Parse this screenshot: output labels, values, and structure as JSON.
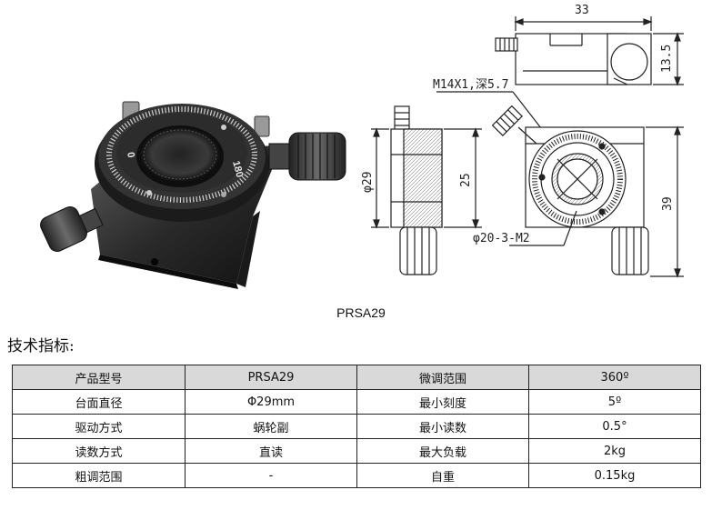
{
  "figure": {
    "dial_marks": [
      "0",
      "180"
    ],
    "dimensions": {
      "top_width": "33",
      "top_height": "13.5",
      "thread": "M14X1,深5.7",
      "side_diameter": "φ29",
      "side_height": "25",
      "front_height": "39",
      "holes": "φ20-3-M2"
    }
  },
  "caption": "PRSA29",
  "section_heading": "技术指标:",
  "table": {
    "rows": [
      [
        "产品型号",
        "PRSA29",
        "微调范围",
        "360º"
      ],
      [
        "台面直径",
        "Φ29mm",
        "最小刻度",
        "5º"
      ],
      [
        "驱动方式",
        "蜗轮副",
        "最小读数",
        "0.5°"
      ],
      [
        "读数方式",
        "直读",
        "最大负载",
        "2kg"
      ],
      [
        "粗调范围",
        "-",
        "自重",
        "0.15kg"
      ]
    ]
  }
}
